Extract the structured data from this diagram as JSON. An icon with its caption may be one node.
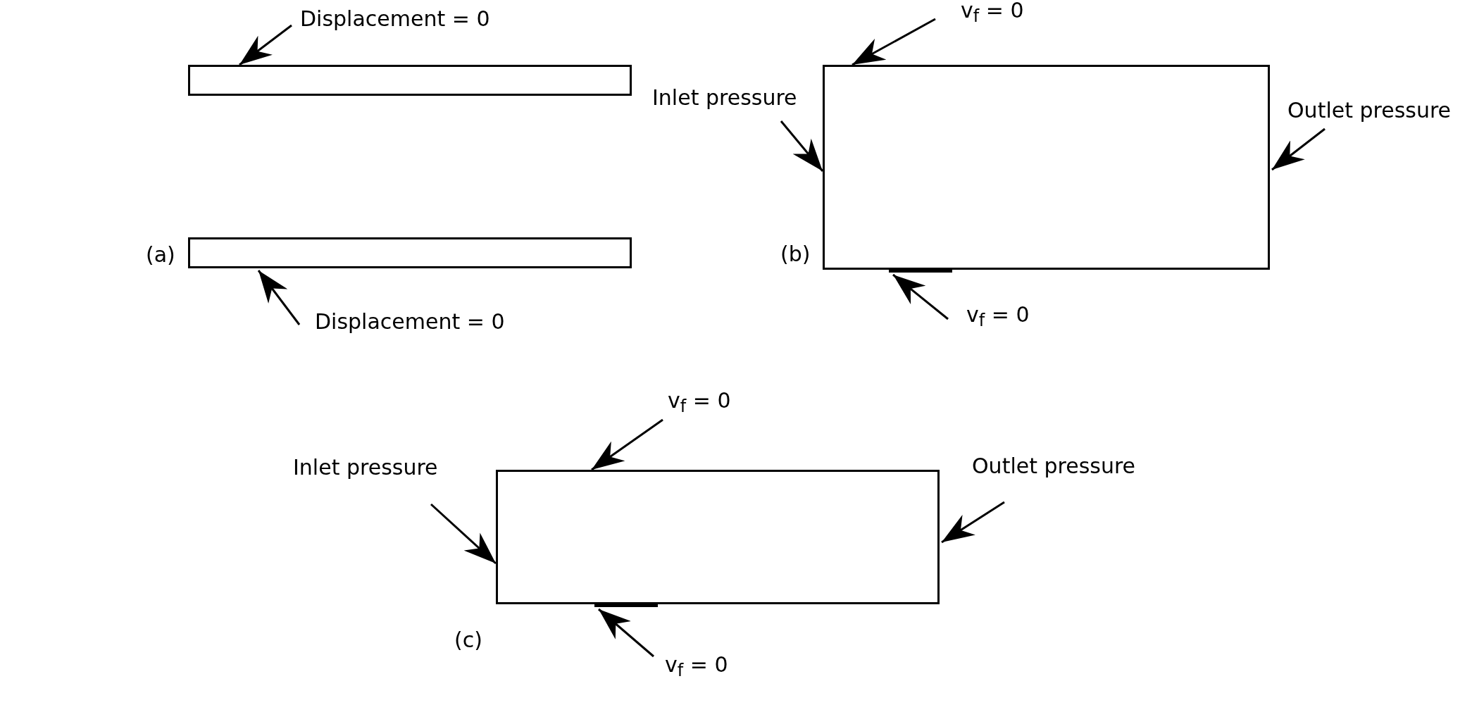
{
  "diagram": {
    "nodes": [
      {
        "text": [],
        "shape": "box"
      },
      {
        "text": [],
        "shape": "box"
      },
      {
        "text": [
          "Displacement = 0"
        ]
      },
      {
        "text": [
          "Displacement = 0"
        ]
      },
      {
        "text": [],
        "shape": "box"
      },
      {
        "text": [],
        "shape": "bar"
      },
      {
        "text": [
          "Inlet pressure"
        ]
      },
      {
        "text": [
          "Outlet pressure"
        ]
      },
      {
        "text": [
          "v$_{f}$ = 0"
        ]
      },
      {
        "text": [
          "v$_{f}$ = 0"
        ]
      },
      {
        "text": [],
        "shape": "box"
      },
      {
        "text": [],
        "shape": "bar"
      },
      {
        "text": [
          "Inlet pressure"
        ]
      },
      {
        "text": [
          "Outlet pressure"
        ]
      },
      {
        "text": [
          "v$_{f}$ = 0"
        ]
      },
      {
        "text": [
          "v$_{f}$ = 0"
        ]
      }
    ],
    "edges": [
      {
        "from": 2,
        "to": 0,
        "arrow": "to"
      },
      {
        "from": 3,
        "to": 1,
        "arrow": "to"
      },
      {
        "from": 6,
        "to": 4,
        "arrow": "to"
      },
      {
        "from": 7,
        "to": 4,
        "arrow": "to"
      },
      {
        "from": 8,
        "to": 4,
        "arrow": "to"
      },
      {
        "from": 9,
        "to": 5,
        "arrow": "to"
      },
      {
        "from": 12,
        "to": 10,
        "arrow": "to"
      },
      {
        "from": 13,
        "to": 10,
        "arrow": "to"
      },
      {
        "from": 14,
        "to": 10,
        "arrow": "to"
      },
      {
        "from": 15,
        "to": 11,
        "arrow": "to"
      }
    ],
    "labels": [
      "(a)",
      "(b)",
      "(c)"
    ]
  }
}
